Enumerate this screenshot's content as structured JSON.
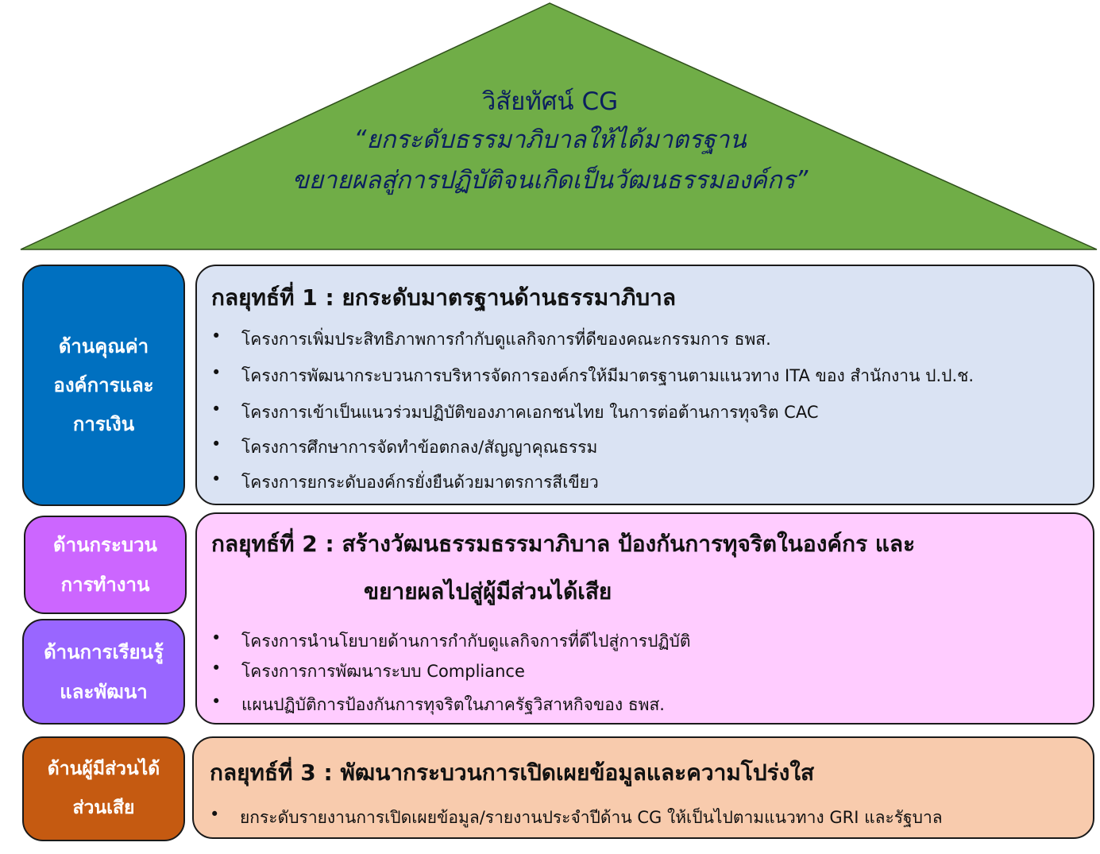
{
  "colors": {
    "roof": "#70ad47",
    "side1": "#0070c0",
    "side2": "#cc66ff",
    "side3": "#9966ff",
    "side4": "#c55a11",
    "panel1": "#dae3f3",
    "panel2": "#ffccff",
    "panel3": "#f8cbad"
  },
  "roof": {
    "line1": "วิสัยทัศน์ CG",
    "line2": "“ยกระดับธรรมาภิบาลให้ได้มาตรฐาน",
    "line3": "ขยายผลสู่การปฏิบัติจนเกิดเป็นวัฒนธรรมองค์กร”"
  },
  "sides": {
    "finance": [
      "ด้านคุณค่า",
      "องค์การและ",
      "การเงิน"
    ],
    "process": [
      "ด้านกระบวน",
      "การทำงาน"
    ],
    "learning": [
      "ด้านการเรียนรู้",
      "และพัฒนา"
    ],
    "stakeholder": [
      "ด้านผู้มีส่วนได้",
      "ส่วนเสีย"
    ]
  },
  "strategies": [
    {
      "title": "กลยุทธ์ที่ 1 : ยกระดับมาตรฐานด้านธรรมาภิบาล",
      "items": [
        "โครงการเพิ่มประสิทธิภาพการกำกับดูแลกิจการที่ดีของคณะกรรมการ ธพส.",
        "โครงการพัฒนากระบวนการบริหารจัดการองค์กรให้มีมาตรฐานตามแนวทาง ITA ของ สำนักงาน ป.ป.ช.",
        "โครงการเข้าเป็นแนวร่วมปฏิบัติของภาคเอกชนไทย ในการต่อต้านการทุจริต CAC",
        "โครงการศึกษาการจัดทำข้อตกลง/สัญญาคุณธรรม",
        "โครงการยกระดับองค์กรยั่งยืนด้วยมาตรการสีเขียว"
      ]
    },
    {
      "title": "กลยุทธ์ที่ 2 : สร้างวัฒนธรรมธรรมาภิบาล ป้องกันการทุจริตในองค์กร และ",
      "title2": "ขยายผลไปสู่ผู้มีส่วนได้เสีย",
      "items": [
        "โครงการนำนโยบายด้านการกำกับดูแลกิจการที่ดีไปสู่การปฏิบัติ",
        "โครงการการพัฒนาระบบ Compliance",
        "แผนปฏิบัติการป้องกันการทุจริตในภาครัฐวิสาหกิจของ ธพส."
      ]
    },
    {
      "title": "กลยุทธ์ที่ 3 : พัฒนากระบวนการเปิดเผยข้อมูลและความโปร่งใส",
      "items": [
        "ยกระดับรายงานการเปิดเผยข้อมูล/รายงานประจำปีด้าน CG ให้เป็นไปตามแนวทาง GRI และรัฐบาล"
      ]
    }
  ]
}
